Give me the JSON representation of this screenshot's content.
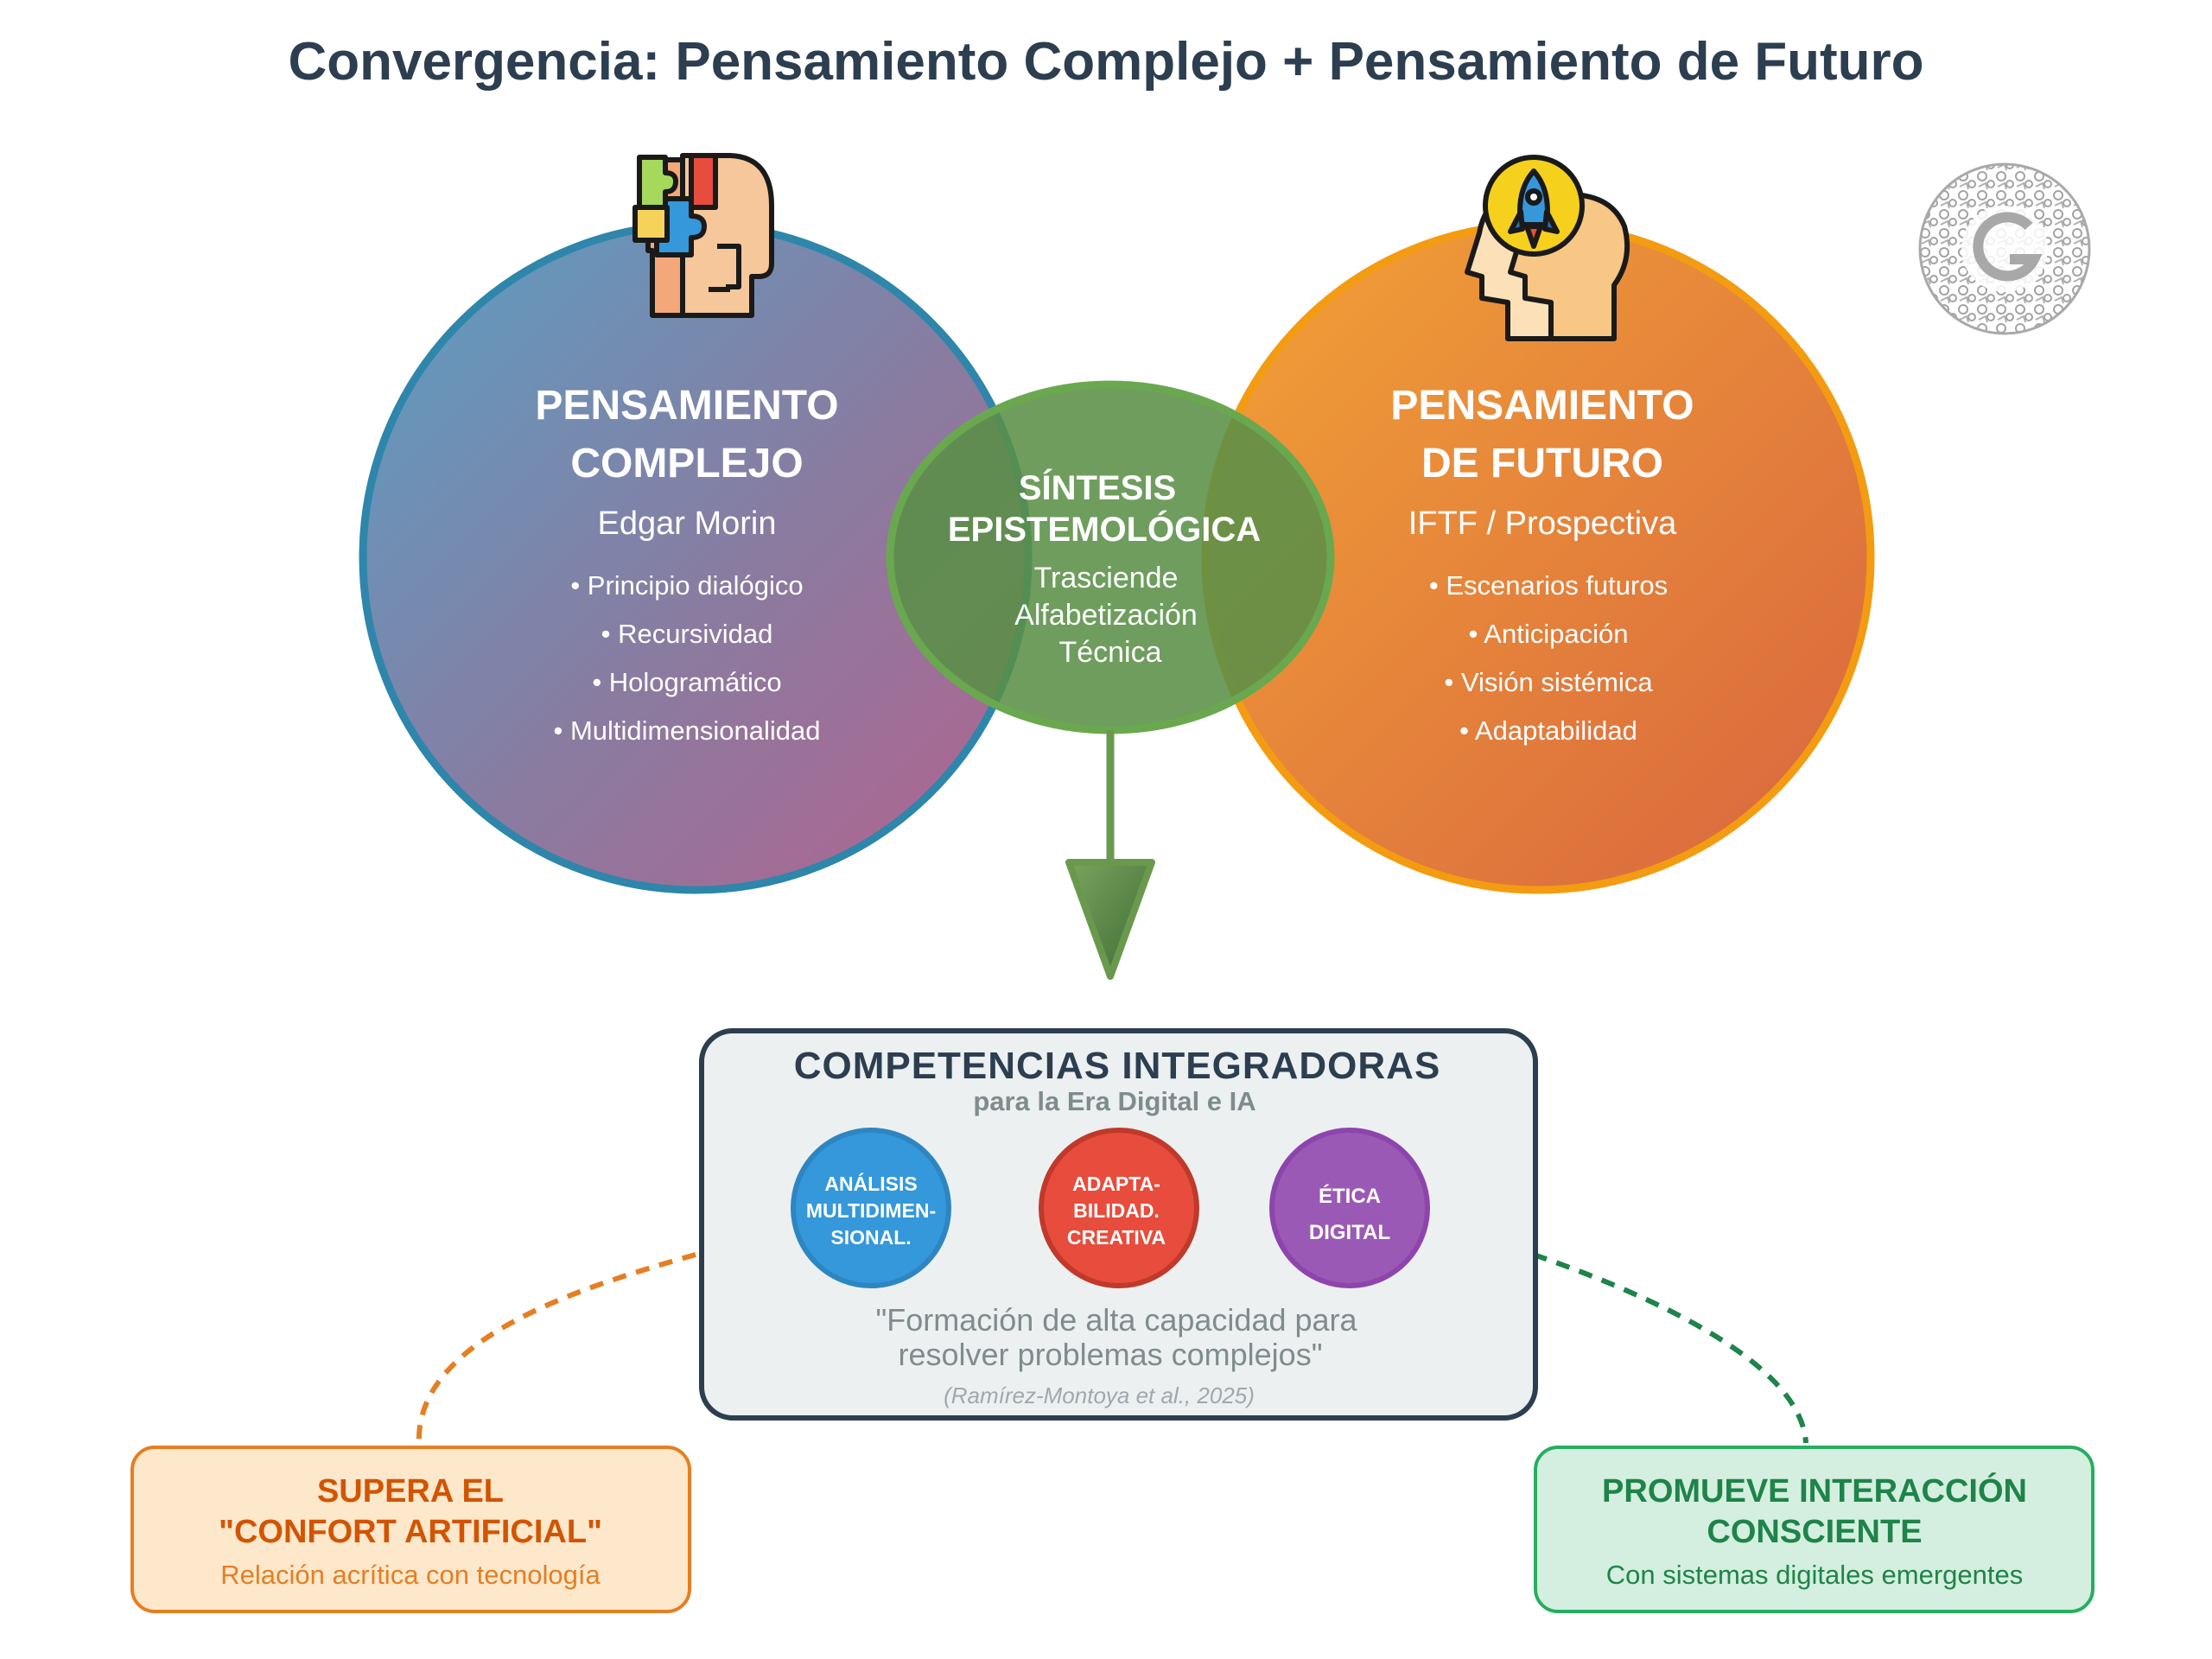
{
  "title": "Convergencia: Pensamiento Complejo + Pensamiento de Futuro",
  "left_circle": {
    "title_line1": "PENSAMIENTO",
    "title_line2": "COMPLEJO",
    "author": "Edgar Morin",
    "items": [
      "• Principio dialógico",
      "• Recursividad",
      "• Hologramático",
      "• Multidimensionalidad"
    ],
    "icon": "puzzle-head-icon"
  },
  "right_circle": {
    "title_line1": "PENSAMIENTO",
    "title_line2": "DE FUTURO",
    "author": "IFTF / Prospectiva",
    "items": [
      "• Escenarios futuros",
      "• Anticipación",
      "• Visión sistémica",
      "• Adaptabilidad"
    ],
    "icon": "rocket-head-icon"
  },
  "synthesis": {
    "title_line1": "SÍNTESIS",
    "title_line2": "EPISTEMOLÓGICA",
    "line1": "Trasciende",
    "line2": "Alfabetización",
    "line3": "Técnica"
  },
  "competencies": {
    "title": "COMPETENCIAS INTEGRADORAS",
    "subtitle": "para la Era Digital e IA",
    "badges": [
      {
        "lines": [
          "ANÁLISIS",
          "MULTIDIMEN-",
          "SIONAL."
        ],
        "color": "#3498db"
      },
      {
        "lines": [
          "ADAPTA-",
          "BILIDAD.",
          "CREATIVA"
        ],
        "color": "#e74c3c"
      },
      {
        "lines": [
          "ÉTICA",
          "DIGITAL"
        ],
        "color": "#9b59b6"
      }
    ],
    "quote_line1": "\"Formación de alta capacidad para",
    "quote_line2": "resolver problemas complejos\"",
    "citation": "(Ramírez-Montoya et al., 2025)"
  },
  "left_box": {
    "title_line1": "SUPERA EL",
    "title_line2": "\"CONFORT ARTIFICIAL\"",
    "subtitle": "Relación acrítica con tecnología"
  },
  "right_box": {
    "title_line1": "PROMUEVE INTERACCIÓN",
    "title_line2": "CONSCIENTE",
    "subtitle": "Con sistemas digitales emergentes"
  },
  "colors": {
    "title": "#2c3e50",
    "left_stroke": "#2e86ab",
    "right_stroke": "#f39c12",
    "synthesis": "#5a8f47",
    "orange_text": "#d35400",
    "green_text": "#1e8449"
  },
  "watermark_icon": "mosaic-logo-icon"
}
